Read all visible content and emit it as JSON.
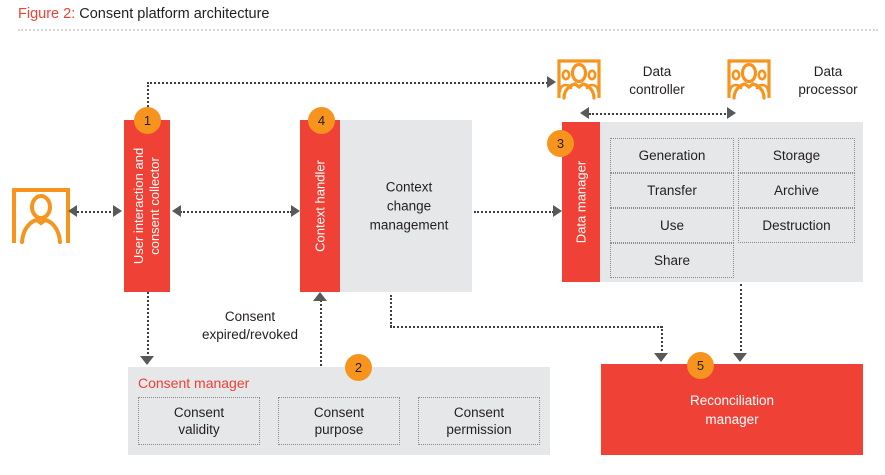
{
  "figure": {
    "label": "Figure 2:",
    "title": "Consent platform architecture"
  },
  "colors": {
    "red": "#ef4136",
    "orange": "#f7941e",
    "grey_panel": "#e6e7e8",
    "dotted_line": "#3f3f3f",
    "arrow_head": "#58595b",
    "text": "#231f20"
  },
  "actors": {
    "user": {
      "icon": "single-person-icon",
      "label": ""
    },
    "data_controller": {
      "icon": "group-people-icon",
      "label": "Data\ncontroller",
      "line1": "Data",
      "line2": "controller"
    },
    "data_processor": {
      "icon": "group-people-icon",
      "label": "Data\nprocessor",
      "line1": "Data",
      "line2": "processor"
    }
  },
  "blocks": {
    "user_interaction": {
      "badge": "1",
      "label_line1": "User interaction and",
      "label_line2": "consent collector"
    },
    "context_handler": {
      "badge": "4",
      "label": "Context handler"
    },
    "context_change_management": {
      "line1": "Context",
      "line2": "change",
      "line3": "management"
    },
    "data_manager": {
      "badge": "3",
      "label": "Data manager"
    },
    "consent_manager": {
      "badge": "2",
      "title": "Consent manager",
      "items": [
        {
          "line1": "Consent",
          "line2": "validity"
        },
        {
          "line1": "Consent",
          "line2": "purpose"
        },
        {
          "line1": "Consent",
          "line2": "permission"
        }
      ]
    },
    "reconciliation_manager": {
      "badge": "5",
      "line1": "Reconciliation",
      "line2": "manager"
    }
  },
  "lifecycle": {
    "cells": [
      {
        "label": "Generation",
        "column": "left"
      },
      {
        "label": "Storage",
        "column": "right"
      },
      {
        "label": "Transfer",
        "column": "left"
      },
      {
        "label": "Archive",
        "column": "right"
      },
      {
        "label": "Use",
        "column": "left"
      },
      {
        "label": "Destruction",
        "column": "right"
      },
      {
        "label": "Share",
        "column": "left"
      }
    ]
  },
  "annotations": {
    "consent_expired": {
      "line1": "Consent",
      "line2": "expired/revoked"
    }
  }
}
